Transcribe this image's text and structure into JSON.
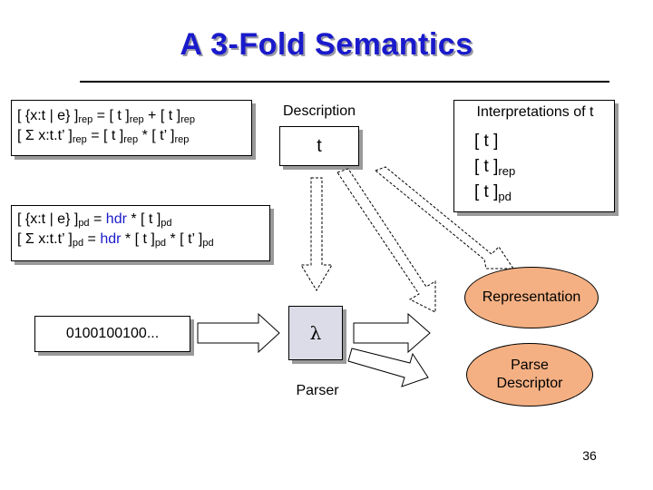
{
  "slide": {
    "title": "A 3-Fold Semantics",
    "page_number": "36"
  },
  "equations_top": {
    "line1": {
      "a": "[ {x:t | e} ]",
      "a_sub": "rep",
      "b": " = [ t ]",
      "b_sub": "rep",
      "c": " + [ t ]",
      "c_sub": "rep"
    },
    "line2": {
      "a": "[ Σ x:t.t’ ]",
      "a_sub": "rep",
      "b": " = [ t ]",
      "b_sub": "rep",
      "c": " * [ t’ ]",
      "c_sub": "rep"
    }
  },
  "equations_bottom": {
    "line1": {
      "a": "[ {x:t | e} ]",
      "a_sub": "pd",
      "b": " = ",
      "hdr": "hdr",
      "c": " * [ t ]",
      "c_sub": "pd"
    },
    "line2": {
      "a": "[ Σ x:t.t’ ]",
      "a_sub": "pd",
      "b": " = ",
      "hdr": "hdr",
      "c": " * [ t ]",
      "c_sub": "pd",
      "d": " * [ t’ ]",
      "d_sub": "pd"
    }
  },
  "description": {
    "label": "Description",
    "value": "t"
  },
  "interpretations": {
    "title": "Interpretations of t",
    "line1": "[ t ]",
    "line2": "[ t ]",
    "line2_sub": "rep",
    "line3": "[ t ]",
    "line3_sub": "pd"
  },
  "input": {
    "bits": "0100100100..."
  },
  "parser": {
    "symbol": "λ",
    "label": "Parser"
  },
  "outputs": {
    "representation": "Representation",
    "parse_descriptor_line1": "Parse",
    "parse_descriptor_line2": "Descriptor"
  },
  "colors": {
    "title": "#1a1acc",
    "hdr": "#1a1acc",
    "ellipse_fill": "#f4b083",
    "parser_fill": "#dcdce8",
    "shadow": "#9a9a9a"
  }
}
